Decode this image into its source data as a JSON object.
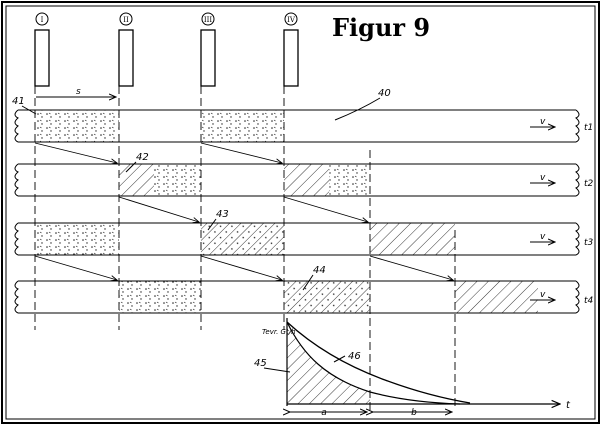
{
  "figure": {
    "title": "Figur 9",
    "stations": [
      "I",
      "II",
      "III",
      "IV"
    ],
    "labels": {
      "distance": "s",
      "band_ref": "40",
      "velocity": "v",
      "lane_times": [
        "t1",
        "t2",
        "t3",
        "t4"
      ],
      "parts": [
        "41",
        "42",
        "43",
        "44"
      ],
      "curve_lower": "45",
      "curve_upper": "46",
      "y_axis": "Tevr. Gt/h",
      "x_axis": "t",
      "segment_a": "a",
      "segment_b": "b"
    }
  }
}
